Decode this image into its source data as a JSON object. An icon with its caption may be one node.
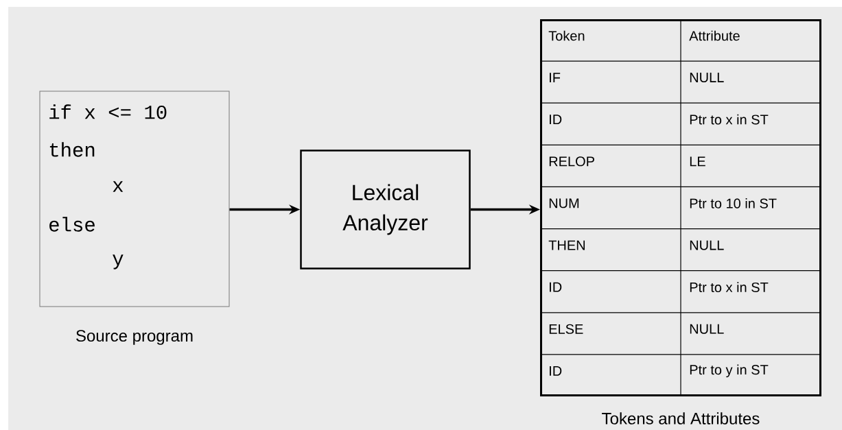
{
  "diagram": {
    "nodes": [
      {
        "text": [
          "if x <= 10",
          "then",
          "x",
          "else",
          "y"
        ],
        "beside": [
          "Source program"
        ]
      },
      {
        "text": [
          "Lexical Analyzer"
        ]
      },
      {
        "text": [
          "Token",
          "Attribute",
          "IF",
          "NULL",
          "ID",
          "Ptr to x in ST",
          "RELOP",
          "LE",
          "NUM",
          "Ptr to 10 in ST",
          "THEN",
          "NULL",
          "ID",
          "Ptr to x in ST",
          "ELSE",
          "NULL",
          "ID",
          "Ptr to y in ST"
        ],
        "beside": [
          "Tokens and Attributes"
        ]
      }
    ],
    "edges": [
      {
        "from": 0,
        "to": 1,
        "arrow": "to"
      },
      {
        "from": 1,
        "to": 2,
        "arrow": "to"
      }
    ]
  }
}
